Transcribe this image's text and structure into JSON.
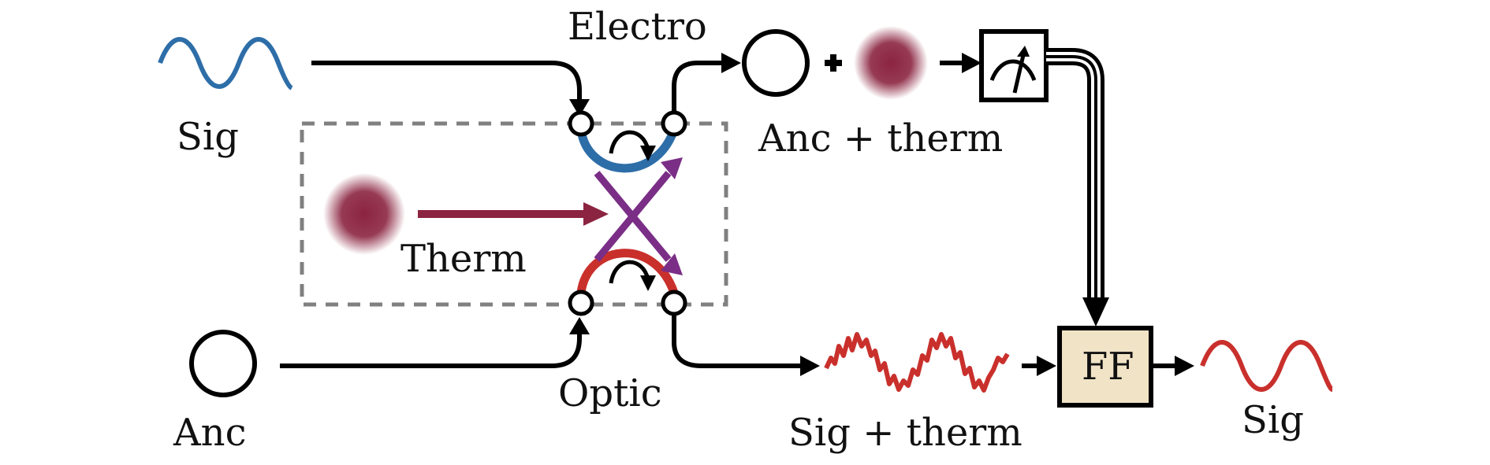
{
  "labels": {
    "sig_in": "Sig",
    "anc_in": "Anc",
    "therm": "Therm",
    "electro": "Electro",
    "optic": "Optic",
    "anc_therm": "Anc + therm",
    "sig_therm": "Sig + therm",
    "ff": "FF",
    "sig_out": "Sig"
  },
  "colors": {
    "signal": "#2e6ea8",
    "thermal": "#8b2440",
    "purple": "#7a2e86",
    "red": "#c9302c",
    "ff_fill": "#f1e4c6",
    "dashed": "#808080"
  }
}
